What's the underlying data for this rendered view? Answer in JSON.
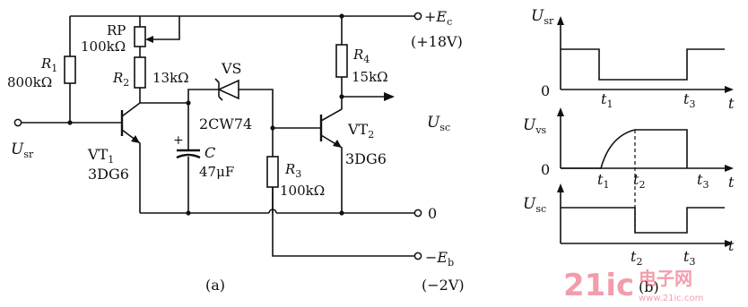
{
  "circuit": {
    "supply_pos": {
      "symbol": "E",
      "sub": "c",
      "value": "(+18V)"
    },
    "supply_neg": {
      "symbol": "−E",
      "sub": "b",
      "value": "(−2V)"
    },
    "ground": "0",
    "input": {
      "symbol": "U",
      "sub": "sr"
    },
    "output": {
      "symbol": "U",
      "sub": "sc"
    },
    "r1": {
      "name": "R",
      "sub": "1",
      "value": "800kΩ"
    },
    "rp": {
      "name": "RP",
      "value": "100kΩ"
    },
    "r2": {
      "name": "R",
      "sub": "2",
      "value": "13kΩ"
    },
    "r3": {
      "name": "R",
      "sub": "3",
      "value": "100kΩ"
    },
    "r4": {
      "name": "R",
      "sub": "4",
      "value": "15kΩ"
    },
    "vs": {
      "name": "VS",
      "part": "2CW74"
    },
    "cap": {
      "name": "C",
      "value": "47μF",
      "plus": "+"
    },
    "vt1": {
      "name": "VT",
      "sub": "1",
      "part": "3DG6"
    },
    "vt2": {
      "name": "VT",
      "sub": "2",
      "part": "3DG6"
    },
    "caption": "(a)"
  },
  "waveforms": {
    "caption": "(b)",
    "t_axis": "t",
    "zero": "0",
    "usr": {
      "symbol": "U",
      "sub": "sr"
    },
    "uvs": {
      "symbol": "U",
      "sub": "vs"
    },
    "usc": {
      "symbol": "U",
      "sub": "sc"
    },
    "ticks": {
      "usr": [
        {
          "t": "t",
          "sub": "1"
        },
        {
          "t": "t",
          "sub": "3"
        }
      ],
      "uvs": [
        {
          "t": "t",
          "sub": "1"
        },
        {
          "t": "t",
          "sub": "2"
        },
        {
          "t": "t",
          "sub": "3"
        }
      ],
      "usc": [
        {
          "t": "t",
          "sub": "2"
        },
        {
          "t": "t",
          "sub": "3"
        }
      ]
    }
  },
  "watermark": {
    "text": "21ic",
    "cn": "电子网",
    "url": "www.21ic.com"
  }
}
